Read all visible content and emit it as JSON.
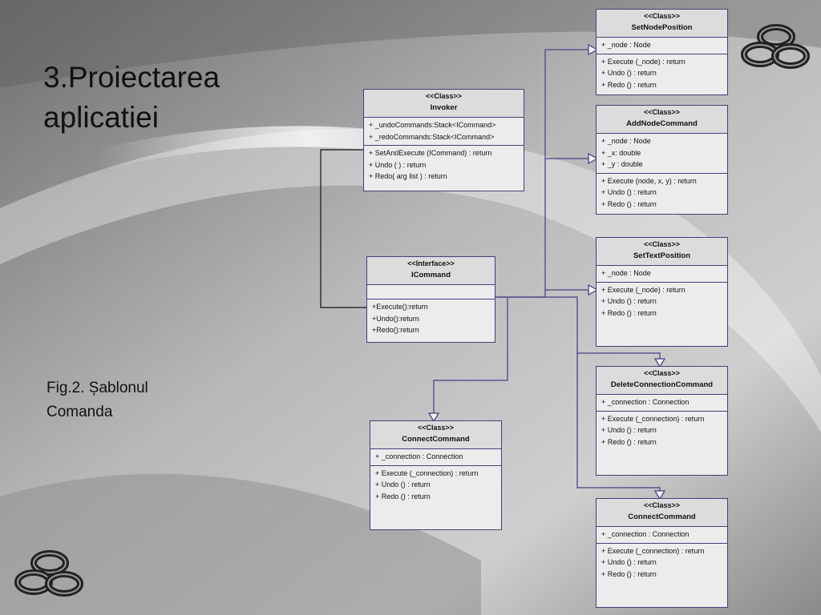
{
  "slide": {
    "title_lines": [
      "3.Proiectarea",
      "aplicatiei"
    ],
    "caption_lines": [
      "Fig.2. Șablonul",
      "Comanda"
    ]
  },
  "classes": [
    {
      "id": "set-node-position",
      "stereotype": "<<Class>>",
      "name": "SetNodePosition",
      "attributes": [
        "+ _node : Node"
      ],
      "methods": [
        "+ Execute (_node) : return",
        "+ Undo () : return",
        "+ Redo () : return"
      ]
    },
    {
      "id": "add-node-command",
      "stereotype": "<<Class>>",
      "name": "AddNodeCommand",
      "attributes": [
        "+ _node : Node",
        "+ _x: double",
        "+ _y : double"
      ],
      "methods": [
        "+ Execute (node, x, y) : return",
        "+ Undo () : return",
        "+ Redo () : return"
      ]
    },
    {
      "id": "set-text-position",
      "stereotype": "<<Class>>",
      "name": "SetTextPosition",
      "attributes": [
        "+ _node : Node"
      ],
      "methods": [
        "+ Execute (_node) : return",
        "+ Undo () : return",
        "+ Redo () : return"
      ]
    },
    {
      "id": "delete-connection-command",
      "stereotype": "<<Class>>",
      "name": "DeleteConnectionCommand",
      "attributes": [
        "+ _connection : Connection"
      ],
      "methods": [
        "+ Execute (_connection) : return",
        "+ Undo () : return",
        "+ Redo () : return"
      ]
    },
    {
      "id": "connect-command-right",
      "stereotype": "<<Class>>",
      "name": "ConnectCommand",
      "attributes": [
        "+ _connection : Connection"
      ],
      "methods": [
        "+ Execute (_connection) : return",
        "+ Undo () : return",
        "+ Redo () : return"
      ]
    },
    {
      "id": "invoker",
      "stereotype": "<<Class>>",
      "name": "Invoker",
      "attributes": [
        "+ _undoCommands:Stack<ICommand>",
        "+ _redoCommands:Stack<ICommand>"
      ],
      "methods": [
        "+ SetAndExecute (ICommand) : return",
        "+ Undo ( ) : return",
        "+ Redo( arg list ) : return"
      ]
    },
    {
      "id": "icommand",
      "stereotype": "<<Interface>>",
      "name": "ICommand",
      "attributes": [],
      "methods": [
        "+Execute():return",
        "+Undo():return",
        "+Redo():return"
      ]
    },
    {
      "id": "connect-command-left",
      "stereotype": "<<Class>>",
      "name": "ConnectCommand",
      "attributes": [
        "+ _connection : Connection"
      ],
      "methods": [
        "+ Execute (_connection) : return",
        "+ Undo () : return",
        "+ Redo () : return"
      ]
    }
  ],
  "colors": {
    "box_border": "#44407a",
    "box_fill": "#ececec",
    "header_fill": "#dcdcdc",
    "line": "#5a5690"
  },
  "icons": [
    "interlocking-rings-logo-icon"
  ]
}
